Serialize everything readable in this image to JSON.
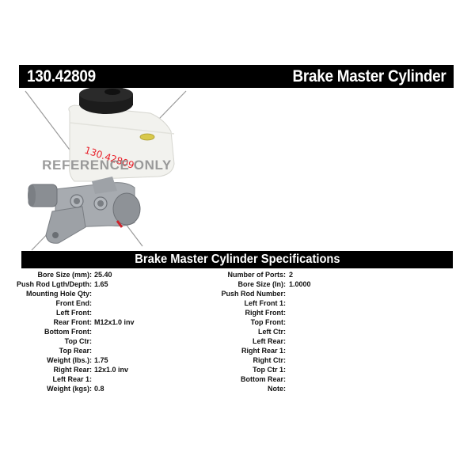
{
  "header": {
    "part_number": "130.42809",
    "product_title": "Brake Master Cylinder"
  },
  "image": {
    "watermark": "REFERENCE ONLY",
    "handwritten_label": "130.42809",
    "alt": "brake master cylinder with white fluid reservoir and black cap"
  },
  "specs_title": "Brake Master Cylinder Specifications",
  "specs": {
    "left": [
      {
        "label": "Bore Size (mm):",
        "value": "25.40"
      },
      {
        "label": "Push Rod Lgth/Depth:",
        "value": "1.65"
      },
      {
        "label": "Mounting Hole Qty:",
        "value": ""
      },
      {
        "label": "Front End:",
        "value": ""
      },
      {
        "label": "Left Front:",
        "value": ""
      },
      {
        "label": "Rear Front:",
        "value": "M12x1.0 inv"
      },
      {
        "label": "Bottom Front:",
        "value": ""
      },
      {
        "label": "Top Ctr:",
        "value": ""
      },
      {
        "label": "Top Rear:",
        "value": ""
      },
      {
        "label": "Weight (lbs.):",
        "value": "1.75"
      },
      {
        "label": "Right Rear:",
        "value": "12x1.0 inv"
      },
      {
        "label": "Left Rear 1:",
        "value": ""
      },
      {
        "label": "Weight (kgs):",
        "value": "0.8"
      }
    ],
    "right": [
      {
        "label": "Number of Ports:",
        "value": "2"
      },
      {
        "label": "Bore Size (In):",
        "value": "1.0000"
      },
      {
        "label": "Push Rod Number:",
        "value": ""
      },
      {
        "label": "Left Front 1:",
        "value": ""
      },
      {
        "label": "Right Front:",
        "value": ""
      },
      {
        "label": "Top Front:",
        "value": ""
      },
      {
        "label": "Left Ctr:",
        "value": ""
      },
      {
        "label": "Left Rear:",
        "value": ""
      },
      {
        "label": "Right Rear 1:",
        "value": ""
      },
      {
        "label": "Right Ctr:",
        "value": ""
      },
      {
        "label": "Top Ctr 1:",
        "value": ""
      },
      {
        "label": "Bottom Rear:",
        "value": ""
      },
      {
        "label": "Note:",
        "value": ""
      }
    ]
  }
}
